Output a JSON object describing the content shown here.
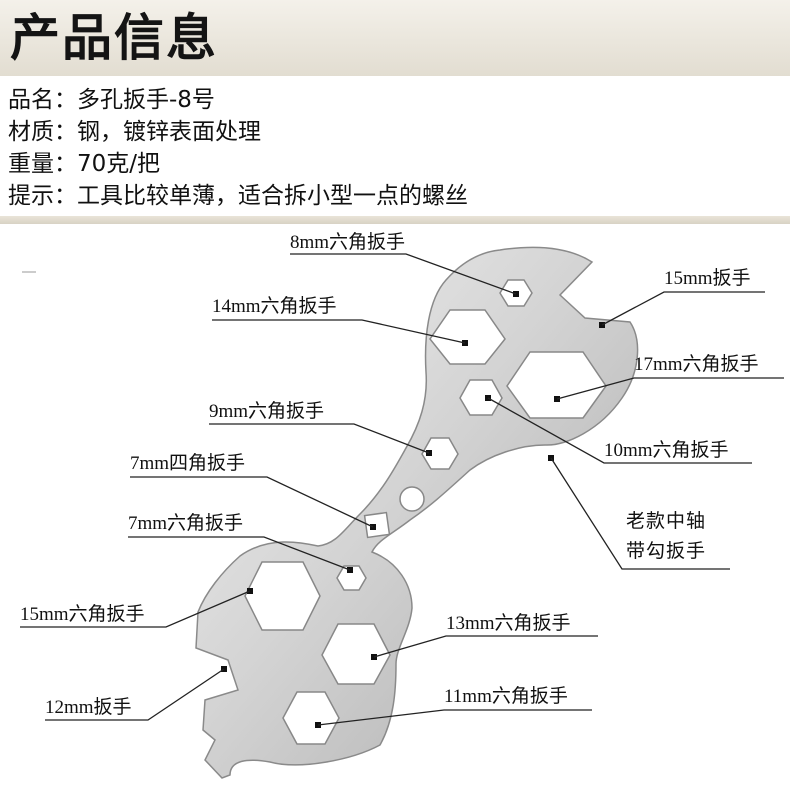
{
  "header": {
    "title": "产品信息"
  },
  "info": {
    "name": "品名：多孔扳手-8号",
    "material": "材质：钢，镀锌表面处理",
    "weight": "重量：70克/把",
    "tip": "提示：工具比较单薄，适合拆小型一点的螺丝"
  },
  "labels": {
    "hex8": "8mm六角扳手",
    "open15": "15mm扳手",
    "hex14": "14mm六角扳手",
    "hex17": "17mm六角扳手",
    "hex9": "9mm六角扳手",
    "hex10": "10mm六角扳手",
    "sq7": "7mm四角扳手",
    "hook1": "老款中轴",
    "hook2": "带勾扳手",
    "hex7": "7mm六角扳手",
    "hex15": "15mm六角扳手",
    "hex13": "13mm六角扳手",
    "open12": "12mm扳手",
    "hex11": "11mm六角扳手"
  },
  "colors": {
    "metal_light": "#eeeeee",
    "metal_dark": "#9a9a9a",
    "hole": "#ffffff",
    "leader": "#222222"
  }
}
